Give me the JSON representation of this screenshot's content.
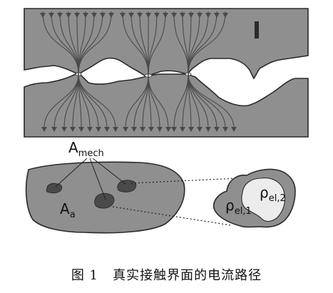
{
  "labels": {
    "current_symbol": "I",
    "a_mech_main": "A",
    "a_mech_sub": "mech",
    "a_a_main": "A",
    "a_a_sub": "a",
    "rho_el2_main": "ρ",
    "rho_el2_sub": "el,2",
    "rho_el1_main": "ρ",
    "rho_el1_sub": "el,1"
  },
  "caption": {
    "figure_number": "图 1",
    "text": "真实接触界面的电流路径"
  },
  "colors": {
    "body_fill": "#8f8f8f",
    "body_stroke": "#2a2a2a",
    "line": "#4a4a4a",
    "highlight": "#ececec"
  }
}
